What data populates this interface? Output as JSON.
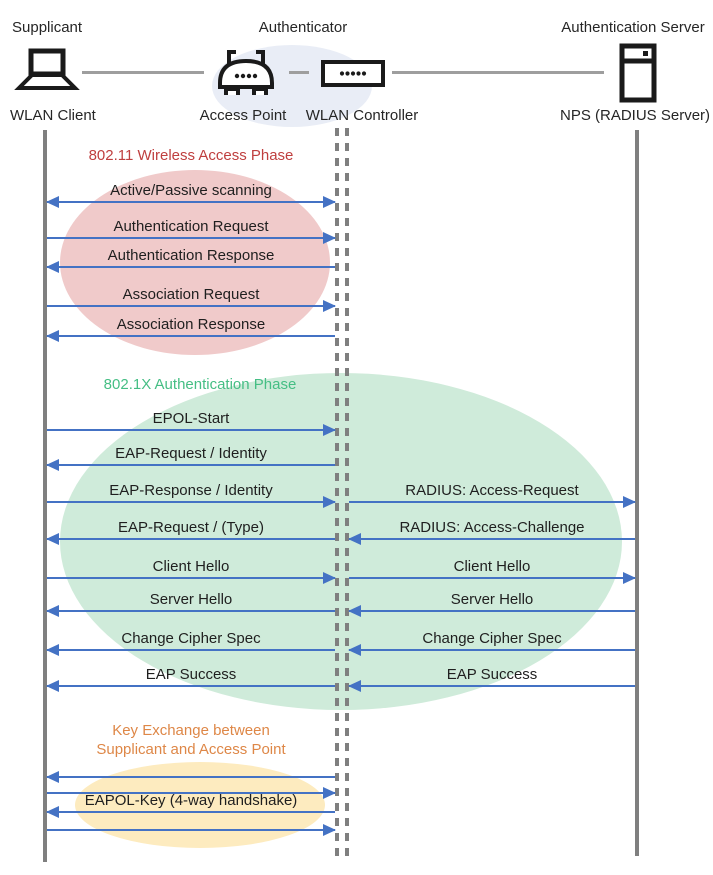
{
  "diagram": {
    "header": {
      "roles": [
        {
          "label": "Supplicant"
        },
        {
          "label": "Authenticator"
        },
        {
          "label": "Authentication Server"
        }
      ],
      "devices": [
        {
          "label": "WLAN Client",
          "icon": "laptop-icon"
        },
        {
          "label": "Access Point",
          "icon": "access-point-icon"
        },
        {
          "label": "WLAN Controller",
          "icon": "wlan-controller-icon"
        },
        {
          "label": "NPS (RADIUS Server)",
          "icon": "server-icon"
        }
      ]
    },
    "phases": [
      {
        "title": "802.11 Wireless Access Phase",
        "color": "#BF3F3F",
        "ellipse_fill": "#F0CACA"
      },
      {
        "title": "802.1X Authentication Phase",
        "color": "#45BE84",
        "ellipse_fill": "#CFEBDA"
      },
      {
        "title": "Key Exchange between Supplicant and Access Point",
        "color": "#DE8747",
        "ellipse_fill": "#FDEBBF"
      }
    ],
    "messages": [
      {
        "label": "Active/Passive scanning",
        "direction": "both",
        "segment": "client-ap"
      },
      {
        "label": "Authentication Request",
        "direction": "right",
        "segment": "client-ap"
      },
      {
        "label": "Authentication Response",
        "direction": "left",
        "segment": "client-ap"
      },
      {
        "label": "Association Request",
        "direction": "right",
        "segment": "client-ap"
      },
      {
        "label": "Association Response",
        "direction": "left",
        "segment": "client-ap"
      },
      {
        "label": "EPOL-Start",
        "direction": "right",
        "segment": "client-ap"
      },
      {
        "label": "EAP-Request / Identity",
        "direction": "left",
        "segment": "client-ap"
      },
      {
        "label": "EAP-Response / Identity",
        "direction": "right",
        "segment": "client-ap"
      },
      {
        "label": "RADIUS: Access-Request",
        "direction": "right",
        "segment": "ap-server"
      },
      {
        "label": "EAP-Request / (Type)",
        "direction": "left",
        "segment": "client-ap"
      },
      {
        "label": "RADIUS: Access-Challenge",
        "direction": "left",
        "segment": "ap-server"
      },
      {
        "label": "Client Hello",
        "direction": "right",
        "segment": "client-ap"
      },
      {
        "label": "Client Hello",
        "direction": "right",
        "segment": "ap-server"
      },
      {
        "label": "Server Hello",
        "direction": "left",
        "segment": "client-ap"
      },
      {
        "label": "Server Hello",
        "direction": "left",
        "segment": "ap-server"
      },
      {
        "label": "Change Cipher Spec",
        "direction": "left",
        "segment": "client-ap"
      },
      {
        "label": "Change Cipher Spec",
        "direction": "left",
        "segment": "ap-server"
      },
      {
        "label": "EAP Success",
        "direction": "left",
        "segment": "client-ap"
      },
      {
        "label": "EAP Success",
        "direction": "left",
        "segment": "ap-server"
      },
      {
        "label": "",
        "direction": "left",
        "segment": "client-ap"
      },
      {
        "label": "",
        "direction": "right",
        "segment": "client-ap"
      },
      {
        "label": "EAPOL-Key (4-way handshake)",
        "direction": "left",
        "segment": "client-ap"
      },
      {
        "label": "",
        "direction": "right",
        "segment": "client-ap"
      }
    ],
    "colors": {
      "arrow": "#4472C4",
      "lifeline": "#7F7F7F",
      "connector": "#9E9E9E",
      "header_ellipse": "#E9EDF6"
    }
  }
}
